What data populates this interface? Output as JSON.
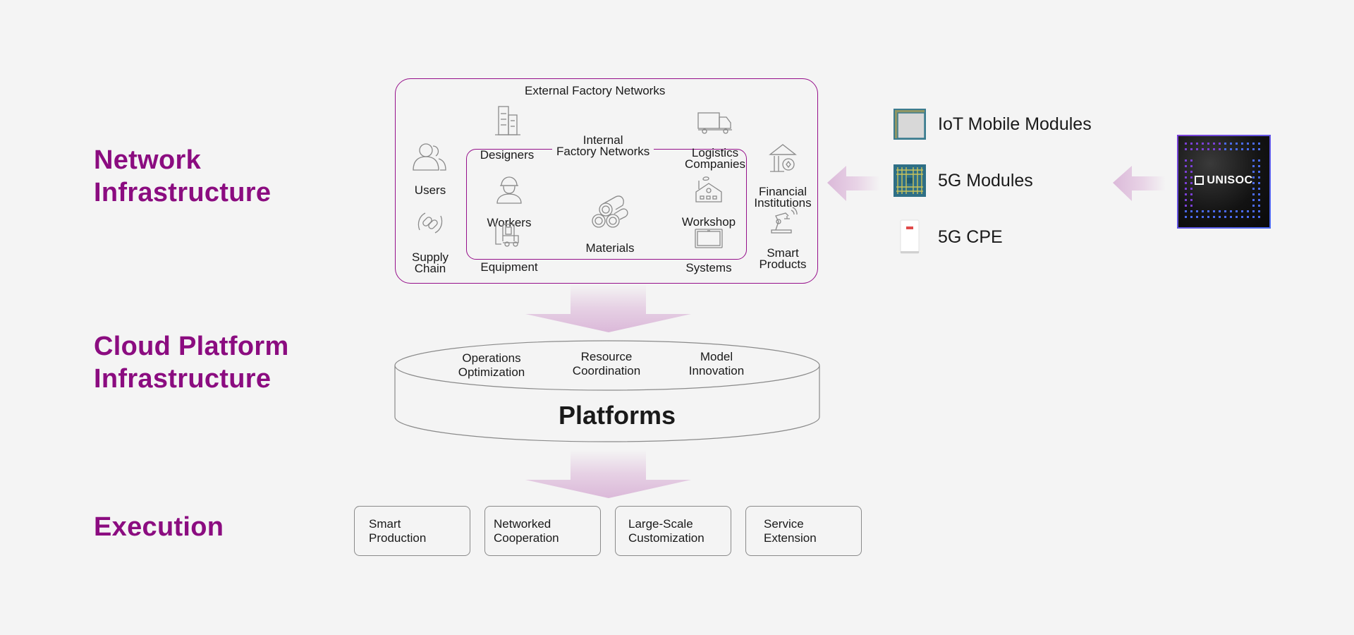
{
  "sections": {
    "network": "Network\nInfrastructure",
    "cloud": "Cloud Platform\nInfrastructure",
    "execution": "Execution"
  },
  "network": {
    "external_title": "External Factory Networks",
    "internal_title": "Internal\nFactory Networks",
    "external_nodes": [
      {
        "label": "Designers",
        "icon": "building-icon"
      },
      {
        "label": "Logistics\nCompanies",
        "icon": "truck-icon"
      },
      {
        "label": "Users",
        "icon": "users-icon"
      },
      {
        "label": "Supply\nChain",
        "icon": "link-icon"
      },
      {
        "label": "Financial\nInstitutions",
        "icon": "bank-icon"
      },
      {
        "label": "Smart\nProducts",
        "icon": "robot-arm-icon"
      }
    ],
    "internal_nodes": [
      {
        "label": "Workers",
        "icon": "worker-icon"
      },
      {
        "label": "Equipment",
        "icon": "forklift-icon"
      },
      {
        "label": "Materials",
        "icon": "pipes-icon"
      },
      {
        "label": "Workshop",
        "icon": "factory-icon"
      },
      {
        "label": "Systems",
        "icon": "monitor-icon"
      }
    ]
  },
  "products": [
    {
      "label": "IoT Mobile Modules",
      "icon": "iot-module-image"
    },
    {
      "label": "5G Modules",
      "icon": "5g-module-image"
    },
    {
      "label": "5G CPE",
      "icon": "cpe-device-image"
    }
  ],
  "chip": {
    "brand": "UNISOC",
    "icon": "unisoc-logo-icon"
  },
  "platform": {
    "title": "Platforms",
    "items": [
      "Operations\nOptimization",
      "Resource\nCoordination",
      "Model\nInnovation"
    ]
  },
  "execution_items": [
    "Smart\nProduction",
    "Networked\nCooperation",
    "Large-Scale\nCustomization",
    "Service\nExtension"
  ],
  "colors": {
    "accent": "#8b0c80",
    "arrow": "#dbb9d9",
    "chip_border_start": "#7a3fd6",
    "chip_border_end": "#4a6af0"
  }
}
